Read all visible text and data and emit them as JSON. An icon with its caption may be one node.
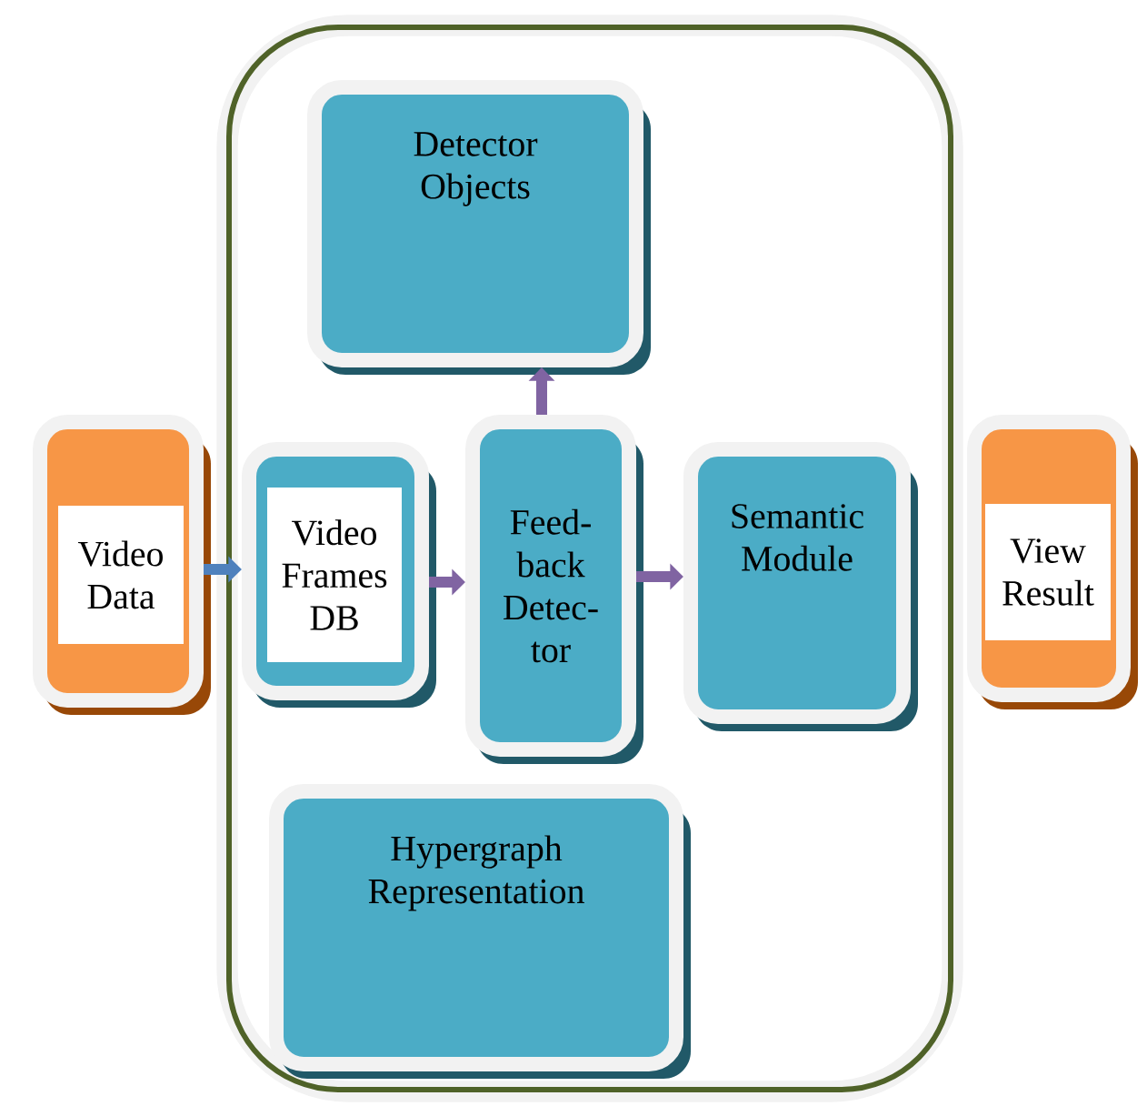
{
  "diagram": {
    "nodes": [
      {
        "text": [],
        "shape": "box"
      },
      {
        "text": [
          "Detector Objects"
        ],
        "in": 0
      },
      {
        "text": [
          "Video Data"
        ]
      },
      {
        "text": [
          "Video Frames DB"
        ],
        "in": 0
      },
      {
        "text": [
          "Feed- back Detec- tor"
        ],
        "in": 0
      },
      {
        "text": [
          "Semantic Module"
        ],
        "in": 0
      },
      {
        "text": [
          "View Result"
        ]
      },
      {
        "text": [
          "Hypergraph Representation"
        ],
        "in": 0
      }
    ],
    "edges": [
      {
        "from": 2,
        "to": 3,
        "arrow": "to",
        "color": "#4f81bd"
      },
      {
        "from": 3,
        "to": 4,
        "arrow": "to"
      },
      {
        "from": 4,
        "to": 5,
        "arrow": "to"
      },
      {
        "from": 4,
        "to": 1,
        "arrow": "to"
      }
    ]
  }
}
